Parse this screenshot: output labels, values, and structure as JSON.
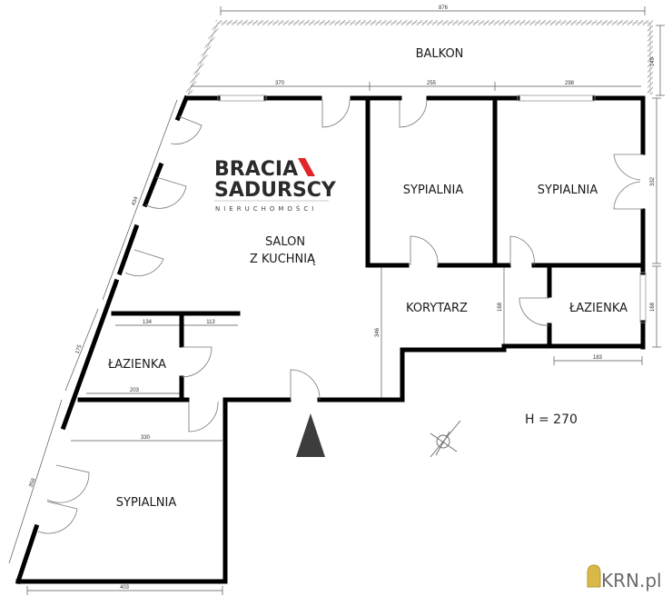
{
  "plan": {
    "ceiling_height_label": "H = 270",
    "rooms": [
      {
        "id": "balkon",
        "label": "BALKON"
      },
      {
        "id": "salon",
        "label_line1": "SALON",
        "label_line2": "Z KUCHNIĄ"
      },
      {
        "id": "sypialnia_1",
        "label": "SYPIALNIA"
      },
      {
        "id": "sypialnia_2",
        "label": "SYPIALNIA"
      },
      {
        "id": "korytarz",
        "label": "KORYTARZ"
      },
      {
        "id": "lazienka_1",
        "label": "ŁAZIENKA"
      },
      {
        "id": "lazienka_2",
        "label": "ŁAZIENKA"
      },
      {
        "id": "sypialnia_3",
        "label": "SYPIALNIA"
      }
    ],
    "dimensions": {
      "top_total": "876",
      "balkon_depth": "149",
      "top_salon": "370",
      "top_sypialnia_1": "255",
      "top_sypialnia_2": "298",
      "right_sypialnia_2": "332",
      "right_lazienka": "168",
      "lazienka_width": "183",
      "korytarz_left": "346",
      "korytarz_right": "168",
      "left_salon": "434",
      "left_lazienka": "175",
      "left_sypialnia": "358",
      "lazienka_top_a": "134",
      "lazienka_top_b": "113",
      "lazienka_bottom": "203",
      "sypialnia_top": "330",
      "sypialnia_bottom": "403"
    }
  },
  "logo": {
    "line1": "BRACIA",
    "line2": "SADURSCY",
    "tagline": "NIERUCHOMOŚCI",
    "accent_color": "#e0262b"
  },
  "watermark": {
    "text": "KRN.pl",
    "icon_color": "#d9b84a"
  }
}
